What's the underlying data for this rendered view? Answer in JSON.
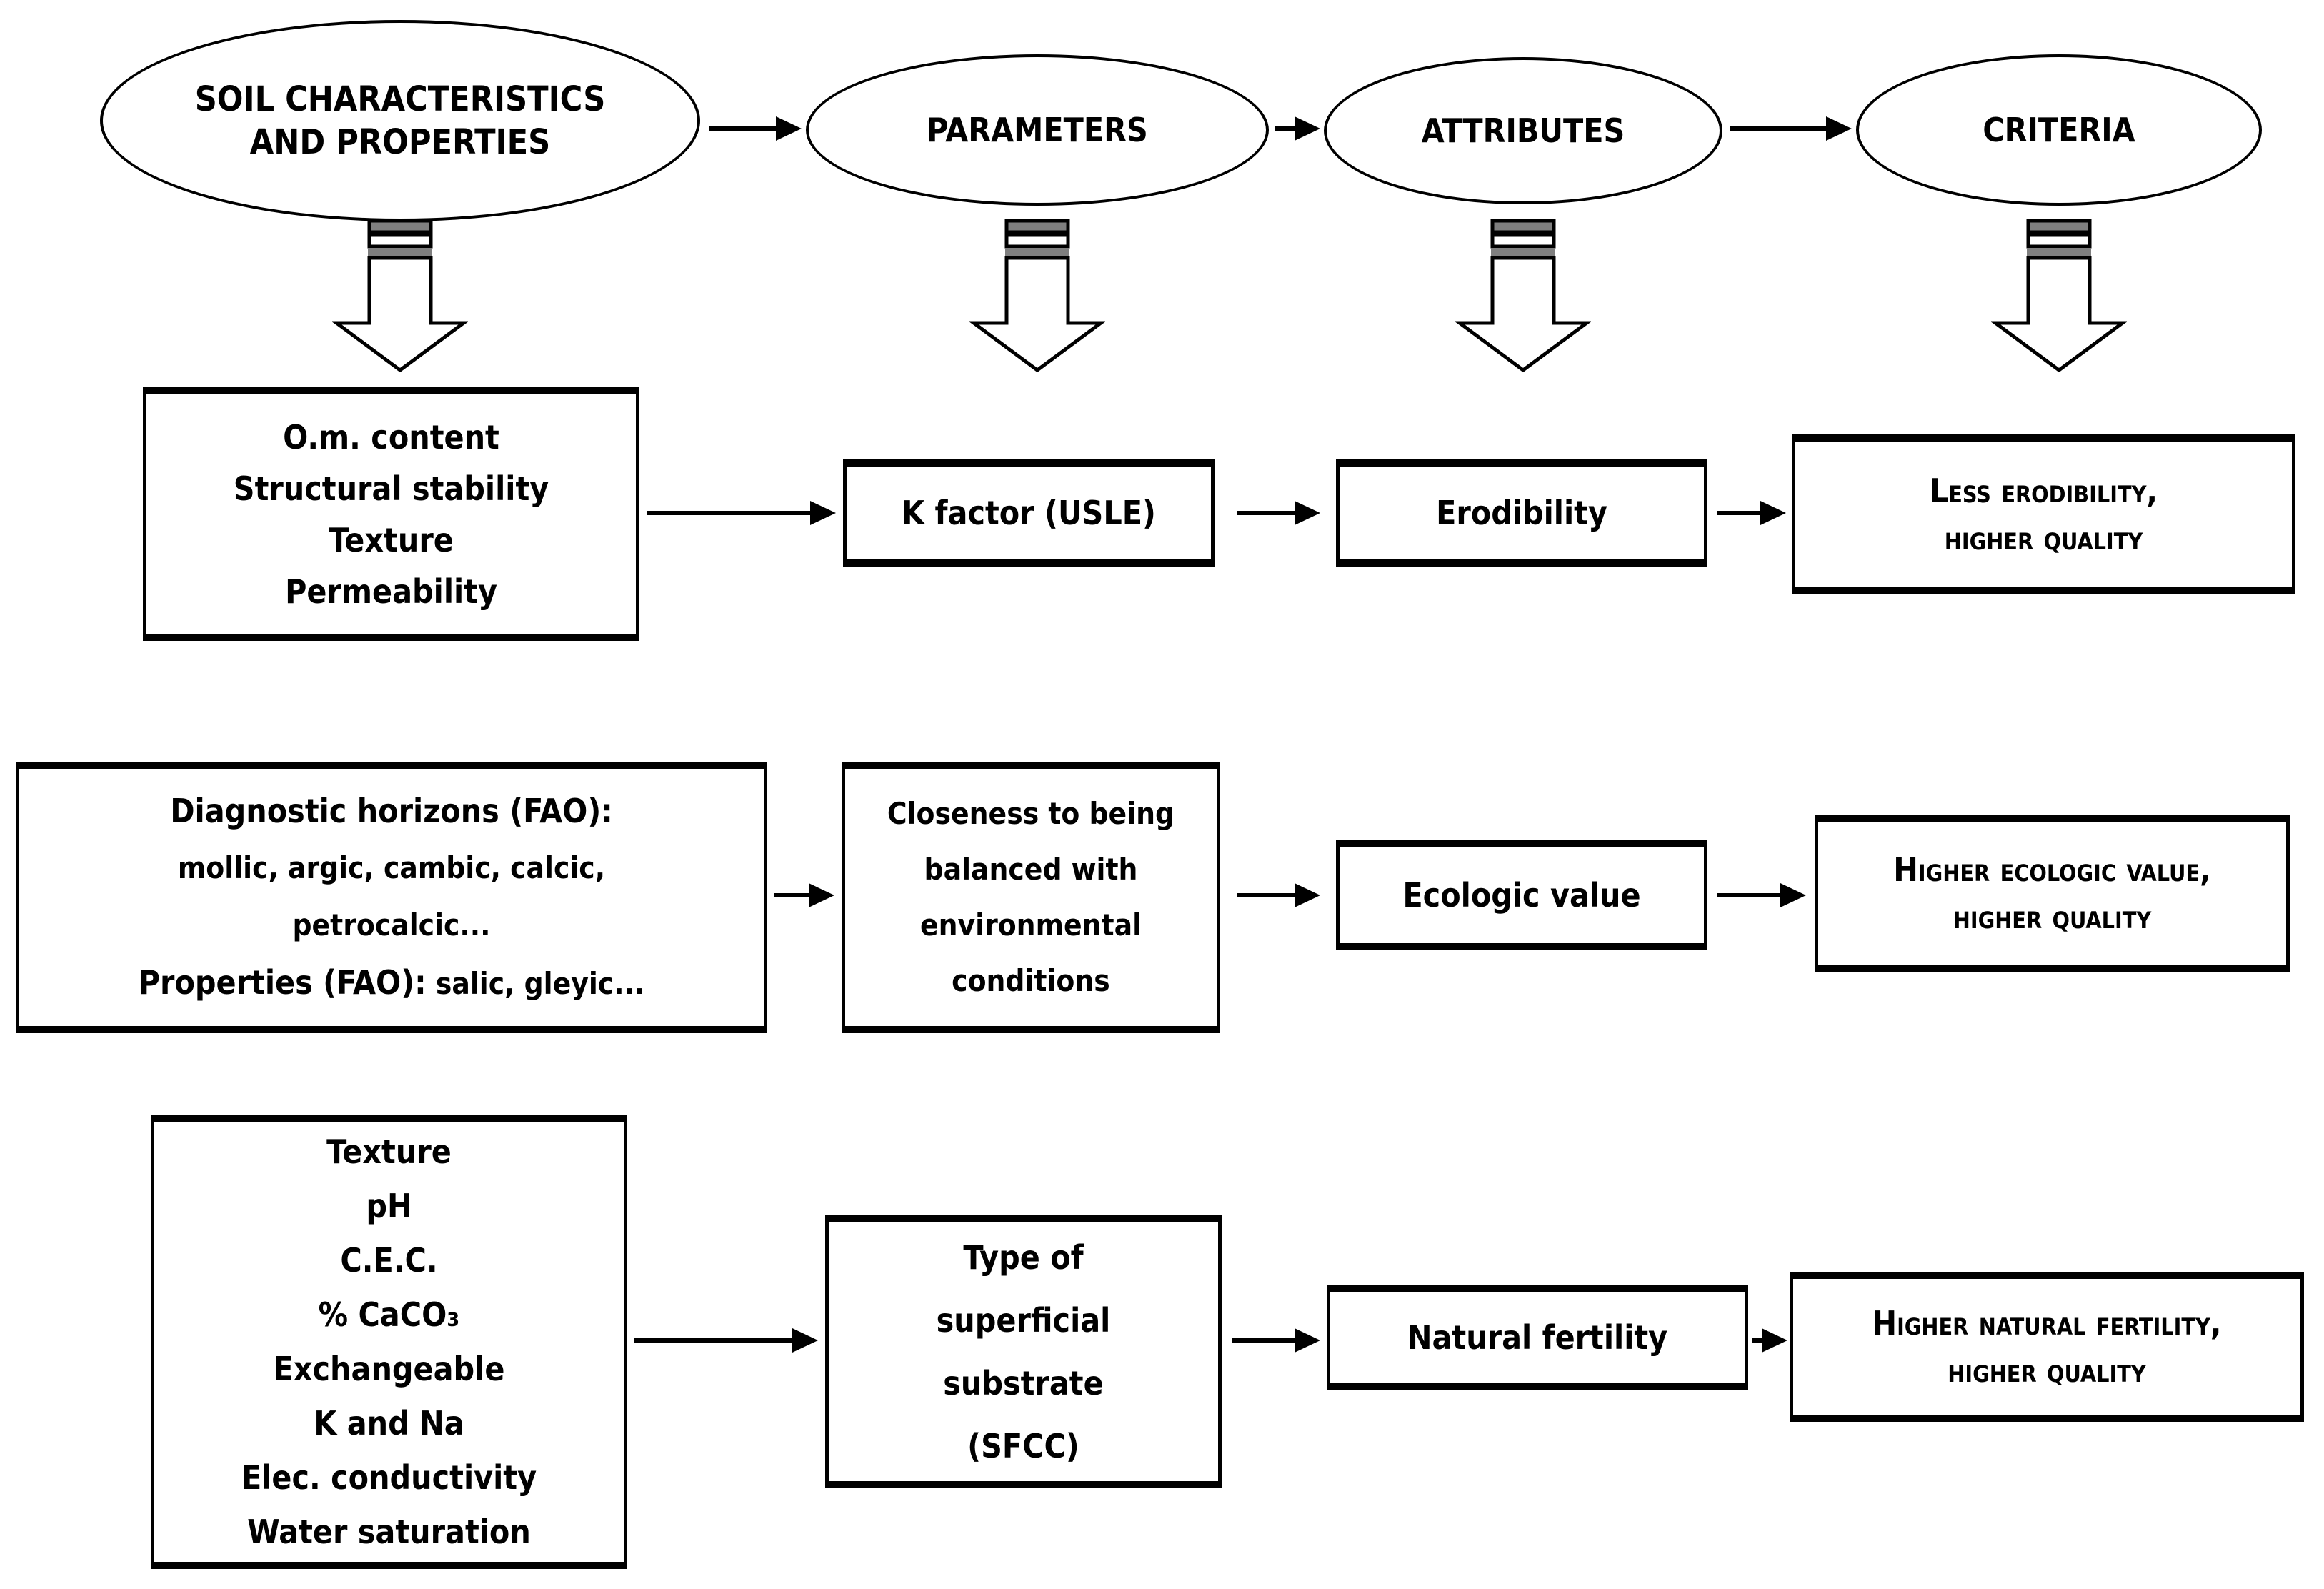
{
  "colors": {
    "ink": "#000000",
    "stripe_gray": "#7f7f7f",
    "paper": "#ffffff"
  },
  "header": {
    "ellipses": [
      {
        "label": "SOIL CHARACTERISTICS\nAND PROPERTIES"
      },
      {
        "label": "PARAMETERS"
      },
      {
        "label": "ATTRIBUTES"
      },
      {
        "label": "CRITERIA"
      }
    ]
  },
  "rows": [
    {
      "source": {
        "lines": "O.m. content\nStructural stability\nTexture\nPermeability"
      },
      "parameter": {
        "label": "K factor (USLE)"
      },
      "attribute": {
        "label": "Erodibility"
      },
      "criterion": {
        "line1": "Less erodibility,",
        "line2": "higher quality"
      }
    },
    {
      "source": {
        "heading": "Diagnostic horizons (FAO):",
        "items_line1": "mollic,  argic, cambic,  calcic,",
        "items_line2": "petrocalcic...",
        "properties_label": "Properties (FAO):",
        "properties_items": " salic, gleyic..."
      },
      "parameter": {
        "label": "Closeness to being\nbalanced with\nenvironmental\nconditions"
      },
      "attribute": {
        "label": "Ecologic value"
      },
      "criterion": {
        "line1": "Higher ecologic value,",
        "line2": "higher quality"
      }
    },
    {
      "source": {
        "lines": "Texture\npH\nC.E.C.\n% CaCO₃\nExchangeable\nK and Na\nElec. conductivity\nWater saturation"
      },
      "parameter": {
        "label": "Type of\nsuperficial\nsubstrate\n(SFCC)"
      },
      "attribute": {
        "label": "Natural fertility"
      },
      "criterion": {
        "line1": "Higher natural fertility,",
        "line2": "higher quality"
      }
    }
  ]
}
